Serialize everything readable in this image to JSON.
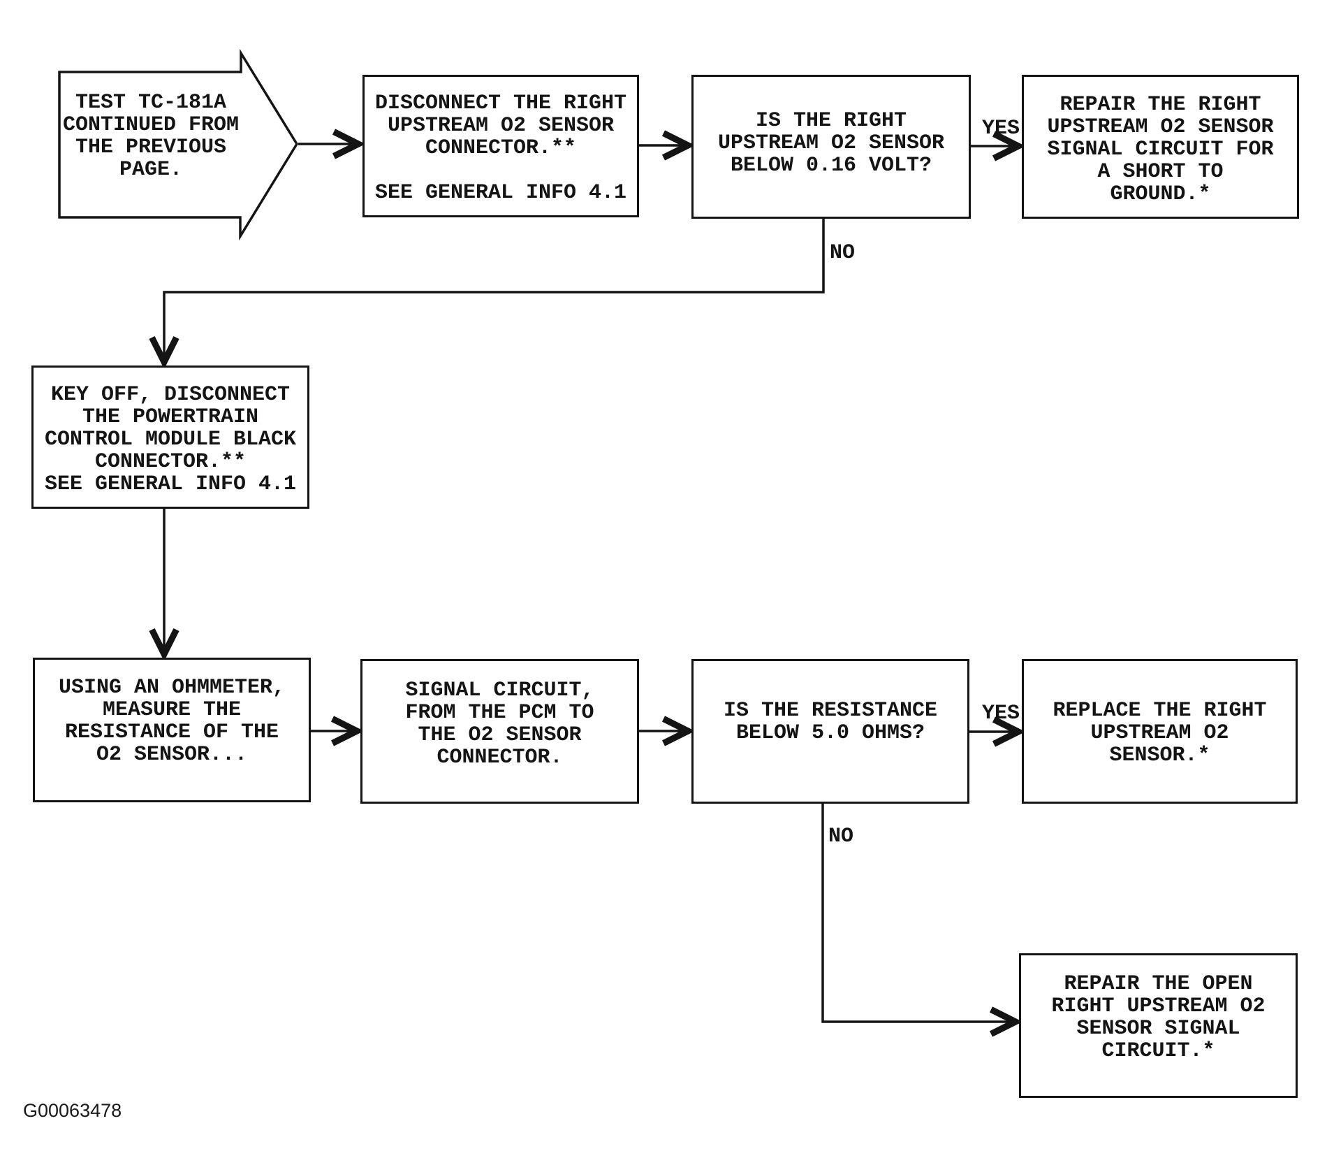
{
  "nodes": {
    "continuation": {
      "lines": [
        "TEST TC-181A",
        "CONTINUED FROM",
        "THE PREVIOUS",
        "PAGE."
      ]
    },
    "disconnect_o2": {
      "lines": [
        "DISCONNECT THE RIGHT",
        "UPSTREAM O2 SENSOR",
        "CONNECTOR.**",
        "",
        "SEE GENERAL INFO 4.1"
      ]
    },
    "voltage_check": {
      "lines": [
        "IS THE RIGHT",
        "UPSTREAM O2 SENSOR",
        "BELOW 0.16 VOLT?"
      ]
    },
    "repair_short": {
      "lines": [
        "REPAIR THE RIGHT",
        "UPSTREAM O2 SENSOR",
        "SIGNAL CIRCUIT FOR",
        "A SHORT TO",
        "GROUND.*"
      ]
    },
    "key_off": {
      "lines": [
        "KEY OFF, DISCONNECT",
        "THE POWERTRAIN",
        "CONTROL MODULE BLACK",
        "CONNECTOR.**",
        "SEE GENERAL INFO 4.1"
      ]
    },
    "ohmmeter": {
      "lines": [
        "USING AN OHMMETER,",
        "MEASURE THE",
        "RESISTANCE OF THE",
        "O2 SENSOR..."
      ]
    },
    "signal_circuit": {
      "lines": [
        "SIGNAL CIRCUIT,",
        "FROM THE PCM TO",
        "THE O2 SENSOR",
        "CONNECTOR."
      ]
    },
    "resistance_check": {
      "lines": [
        "IS THE RESISTANCE",
        "BELOW 5.0 OHMS?"
      ]
    },
    "replace_sensor": {
      "lines": [
        "REPLACE THE RIGHT",
        "UPSTREAM O2",
        "SENSOR.*"
      ]
    },
    "repair_open": {
      "lines": [
        "REPAIR THE OPEN",
        "RIGHT UPSTREAM O2",
        "SENSOR SIGNAL",
        "CIRCUIT.*"
      ]
    }
  },
  "labels": {
    "voltage_yes": "YES",
    "voltage_no": "NO",
    "resistance_yes": "YES",
    "resistance_no": "NO"
  },
  "footer": {
    "figure_id": "G00063478"
  },
  "colors": {
    "ink": "#141414",
    "background": "#ffffff"
  }
}
